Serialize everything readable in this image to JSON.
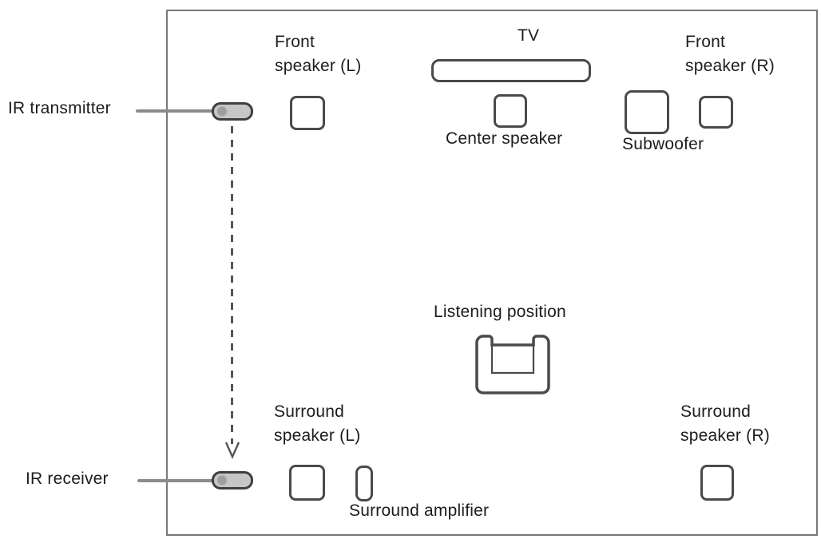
{
  "diagram": {
    "type": "home-theater-speaker-layout",
    "labels": {
      "ir_transmitter": "IR transmitter",
      "ir_receiver": "IR receiver",
      "front_speaker_l": "Front\nspeaker (L)",
      "tv": "TV",
      "center_speaker": "Center speaker",
      "subwoofer": "Subwoofer",
      "front_speaker_r": "Front\nspeaker (R)",
      "listening_position": "Listening position",
      "surround_speaker_l": "Surround\nspeaker (L)",
      "surround_amplifier": "Surround amplifier",
      "surround_speaker_r": "Surround\nspeaker (R)"
    },
    "icons": {
      "listening_position": "sofa-top-view-icon",
      "signal_path": "dashed-down-arrow-icon"
    },
    "colors": {
      "background": "#ffffff",
      "text": "#1c1c1c",
      "room_border": "#787878",
      "shape_outline": "#4a4a4a",
      "device_fill": "#c6c6c6",
      "device_outline": "#3f3f3f",
      "leader_line": "#8b8b8b",
      "signal_arrow": "#555555"
    }
  }
}
